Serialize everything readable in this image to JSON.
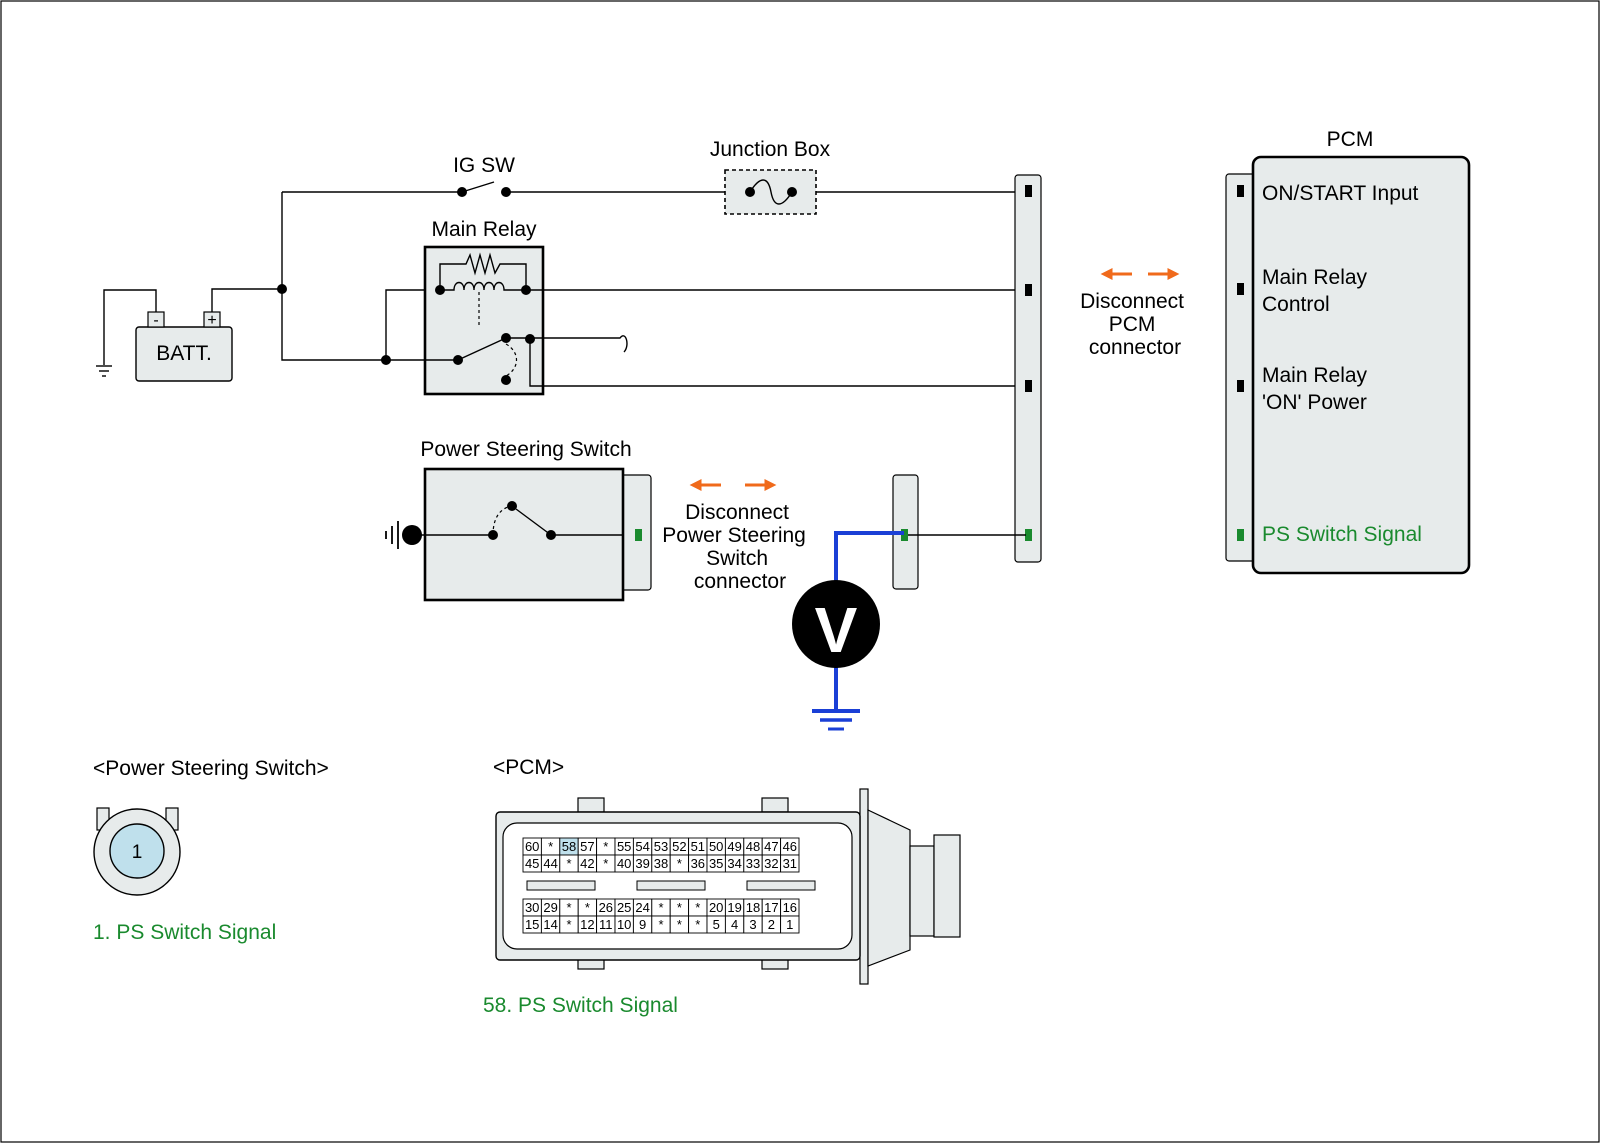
{
  "colors": {
    "highlight_text": "#1a8a2e",
    "arrow": "#f06a1b",
    "probe_wire": "#1a3fd6",
    "component_fill": "#e7ebeb",
    "pin_highlight": "#bfe0ec"
  },
  "labels": {
    "ig_sw": "IG SW",
    "junction_box": "Junction Box",
    "main_relay": "Main Relay",
    "batt": "BATT.",
    "batt_neg": "-",
    "batt_pos": "+",
    "power_steering_switch": "Power Steering Switch",
    "disconnect_ps": [
      "Disconnect",
      "Power Steering",
      "Switch",
      "connector"
    ],
    "disconnect_pcm": [
      "Disconnect",
      "PCM",
      "connector"
    ],
    "voltmeter": "V"
  },
  "pcm": {
    "title": "PCM",
    "pins": [
      {
        "lines": [
          "ON/START Input"
        ],
        "highlight": false
      },
      {
        "lines": [
          "Main Relay",
          "Control"
        ],
        "highlight": false
      },
      {
        "lines": [
          "Main Relay",
          "'ON' Power"
        ],
        "highlight": false
      },
      {
        "lines": [
          "PS Switch Signal"
        ],
        "highlight": true
      }
    ]
  },
  "ps_connector": {
    "title": "<Power Steering Switch>",
    "pin": "1",
    "legend": "1. PS Switch Signal"
  },
  "pcm_connector": {
    "title": "<PCM>",
    "legend": "58. PS Switch Signal",
    "rows": [
      [
        "60",
        "*",
        "58",
        "57",
        "*",
        "55",
        "54",
        "53",
        "52",
        "51",
        "50",
        "49",
        "48",
        "47",
        "46"
      ],
      [
        "45",
        "44",
        "*",
        "42",
        "*",
        "40",
        "39",
        "38",
        "*",
        "36",
        "35",
        "34",
        "33",
        "32",
        "31"
      ],
      [
        "30",
        "29",
        "*",
        "*",
        "26",
        "25",
        "24",
        "*",
        "*",
        "*",
        "20",
        "19",
        "18",
        "17",
        "16"
      ],
      [
        "15",
        "14",
        "*",
        "12",
        "11",
        "10",
        "9",
        "*",
        "*",
        "*",
        "5",
        "4",
        "3",
        "2",
        "1"
      ]
    ],
    "highlight_pin": "58"
  }
}
